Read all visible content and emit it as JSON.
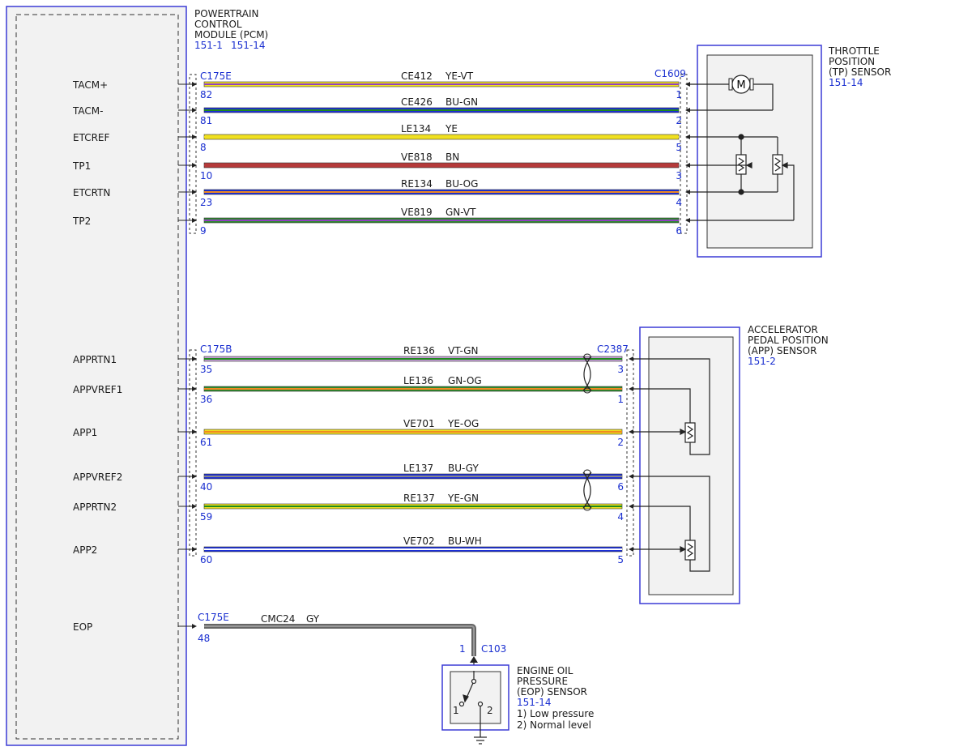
{
  "pcm": {
    "title_lines": [
      "POWERTRAIN",
      "CONTROL",
      "MODULE (PCM)"
    ],
    "refs": [
      "151-1",
      "151-14"
    ]
  },
  "tp_sensor": {
    "title_lines": [
      "THROTTLE",
      "POSITION",
      "(TP) SENSOR"
    ],
    "ref": "151-14",
    "motor_label": "M"
  },
  "app_sensor": {
    "title_lines": [
      "ACCELERATOR",
      "PEDAL POSITION",
      "(APP) SENSOR"
    ],
    "ref": "151-2"
  },
  "eop_sensor": {
    "title_lines": [
      "ENGINE OIL",
      "PRESSURE",
      "(EOP) SENSOR"
    ],
    "ref": "151-14",
    "notes": [
      "1) Low pressure",
      "2) Normal level"
    ],
    "switch_pos_1": "1",
    "switch_pos_2": "2"
  },
  "connectors": {
    "tp_pcm": "C175E",
    "tp_sensor": "C1609",
    "app_pcm": "C175B",
    "app_sensor": "C2387",
    "eop_pcm": "C175E",
    "eop_sensor": "C103"
  },
  "tp_circuits": [
    {
      "signal": "TACM+",
      "circuit": "CE412",
      "color": "YE-VT",
      "pcm_pin": "82",
      "sensor_pin": "1",
      "colors": [
        "#f0e020",
        "#9040c0"
      ]
    },
    {
      "signal": "TACM-",
      "circuit": "CE426",
      "color": "BU-GN",
      "pcm_pin": "81",
      "sensor_pin": "2",
      "colors": [
        "#1c2fd8",
        "#1e8a1e"
      ]
    },
    {
      "signal": "ETCREF",
      "circuit": "LE134",
      "color": "YE",
      "pcm_pin": "8",
      "sensor_pin": "5",
      "colors": [
        "#f0e020",
        "#f0e020"
      ]
    },
    {
      "signal": "TP1",
      "circuit": "VE818",
      "color": "BN",
      "pcm_pin": "10",
      "sensor_pin": "3",
      "colors": [
        "#b53a3a",
        "#b53a3a"
      ]
    },
    {
      "signal": "ETCRTN",
      "circuit": "RE134",
      "color": "BU-OG",
      "pcm_pin": "23",
      "sensor_pin": "4",
      "colors": [
        "#1c2fd8",
        "#f08a20"
      ]
    },
    {
      "signal": "TP2",
      "circuit": "VE819",
      "color": "GN-VT",
      "pcm_pin": "9",
      "sensor_pin": "6",
      "colors": [
        "#2e8b2e",
        "#9040c0"
      ]
    }
  ],
  "app_circuits": [
    {
      "signal": "APPRTN1",
      "circuit": "RE136",
      "color": "VT-GN",
      "pcm_pin": "35",
      "sensor_pin": "3",
      "colors": [
        "#c8a0d8",
        "#1e8a1e"
      ]
    },
    {
      "signal": "APPVREF1",
      "circuit": "LE136",
      "color": "GN-OG",
      "pcm_pin": "36",
      "sensor_pin": "1",
      "colors": [
        "#2e8b2e",
        "#f08a20"
      ]
    },
    {
      "signal": "APP1",
      "circuit": "VE701",
      "color": "YE-OG",
      "pcm_pin": "61",
      "sensor_pin": "2",
      "colors": [
        "#f0e020",
        "#f08a20"
      ]
    },
    {
      "signal": "APPVREF2",
      "circuit": "LE137",
      "color": "BU-GY",
      "pcm_pin": "40",
      "sensor_pin": "6",
      "colors": [
        "#1c2fd8",
        "#888888"
      ]
    },
    {
      "signal": "APPRTN2",
      "circuit": "RE137",
      "color": "YE-GN",
      "pcm_pin": "59",
      "sensor_pin": "4",
      "colors": [
        "#f0e020",
        "#1e8a1e"
      ]
    },
    {
      "signal": "APP2",
      "circuit": "VE702",
      "color": "BU-WH",
      "pcm_pin": "60",
      "sensor_pin": "5",
      "colors": [
        "#1c2fd8",
        "#ffffff"
      ]
    }
  ],
  "eop_circuit": {
    "signal": "EOP",
    "circuit": "CMC24",
    "color": "GY",
    "pcm_pin": "48",
    "sensor_pin": "1",
    "colors": [
      "#888888",
      "#888888"
    ]
  },
  "style": {
    "outline_blue": "#3b3bd6",
    "pin_blue": "#1a2fd0",
    "module_fill": "#f2f2f2"
  }
}
